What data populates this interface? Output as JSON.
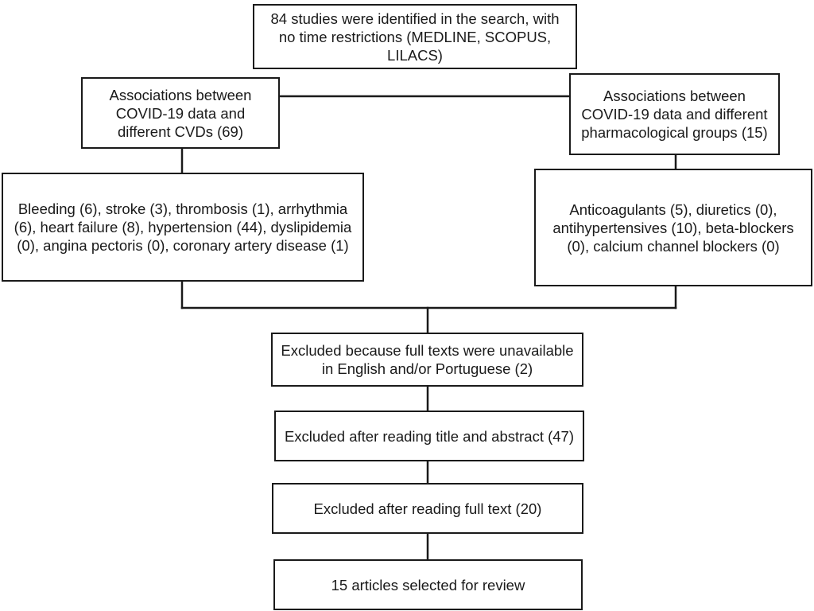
{
  "flowchart": {
    "search": "84 studies were identified in the search, with no time restrictions (MEDLINE, SCOPUS, LILACS)",
    "cvd_associations": "Associations between COVID-19 data and different CVDs (69)",
    "pharm_associations": "Associations between COVID-19 data and different pharmacological groups (15)",
    "cvd_list": "Bleeding (6), stroke (3), thrombosis (1), arrhythmia (6), heart failure (8), hypertension (44), dyslipidemia (0), angina pectoris (0), coronary artery disease (1)",
    "pharm_list": "Anticoagulants (5), diuretics (0), antihypertensives (10), beta-blockers (0), calcium channel blockers (0)",
    "excluded_language": "Excluded because full texts were unavailable in English and/or Portuguese (2)",
    "excluded_title_abstract": "Excluded after reading title and abstract (47)",
    "excluded_full_text": "Excluded after reading full text (20)",
    "selected": "15 articles selected for review"
  }
}
